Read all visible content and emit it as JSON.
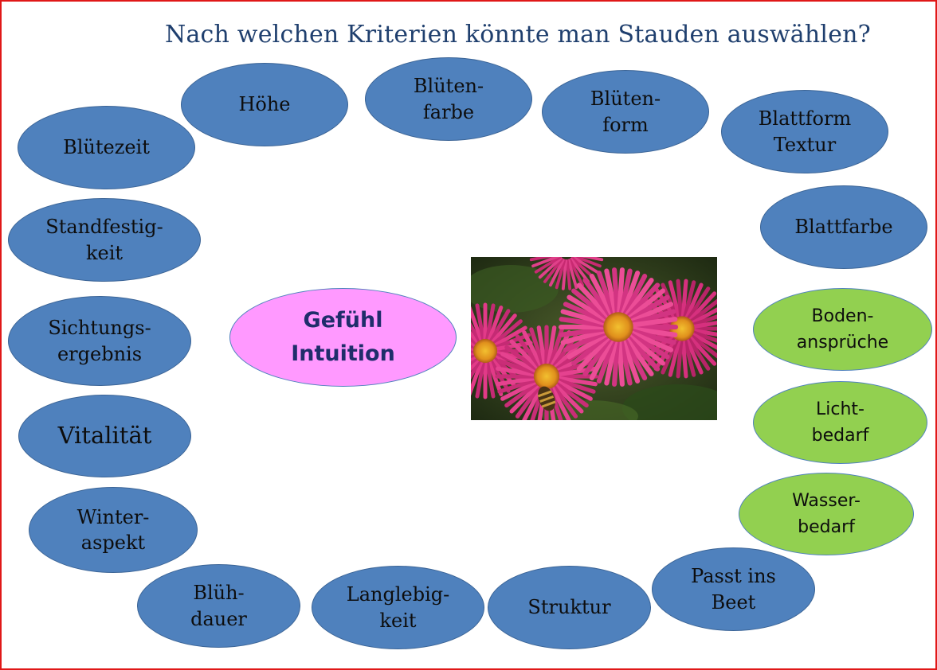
{
  "title": "Nach welchen Kriterien könnte man Stauden auswählen?",
  "center": "Gefühl\nIntuition",
  "criteria": {
    "hoehe": "Höhe",
    "bluetenfarbe": "Blüten-\nfarbe",
    "bluetenform": "Blüten-\nform",
    "blattform": "Blattform\nTextur",
    "bluetezeit": "Blütezeit",
    "blattfarbe": "Blattfarbe",
    "standfestigkeit": "Standfestig-\nkeit",
    "sichtungsergebnis": "Sichtungs-\nergebnis",
    "bodenansprueche": "Boden-\nansprüche",
    "vitalitaet": "Vitalität",
    "lichtbedarf": "Licht-\nbedarf",
    "winteraspekt": "Winter-\naspekt",
    "wasserbedarf": "Wasser-\nbedarf",
    "passt_ins_beet": "Passt ins\nBeet",
    "bluehdauer": "Blüh-\ndauer",
    "langlebigkeit": "Langlebig-\nkeit",
    "struktur": "Struktur"
  },
  "colors": {
    "criterion_fill": "#4f81bd",
    "site_criterion_fill": "#92d050",
    "center_fill": "#ff99ff",
    "title": "#1f3f6e",
    "frame": "#e01818"
  }
}
